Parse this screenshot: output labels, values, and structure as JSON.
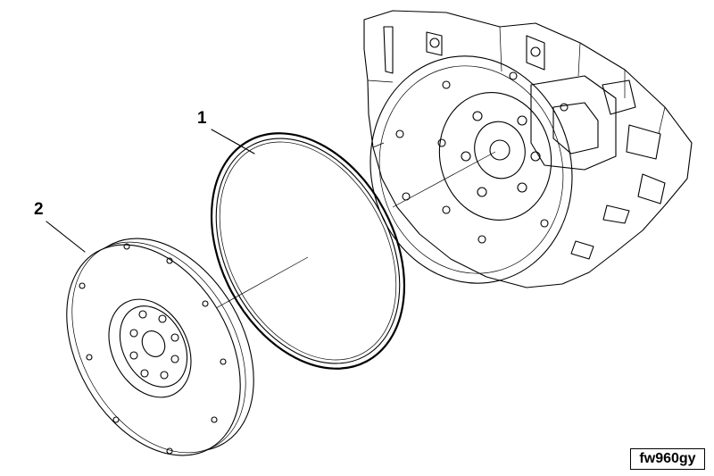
{
  "callouts": [
    {
      "label": "1"
    },
    {
      "label": "2"
    }
  ],
  "reference_code": "fw960gy"
}
